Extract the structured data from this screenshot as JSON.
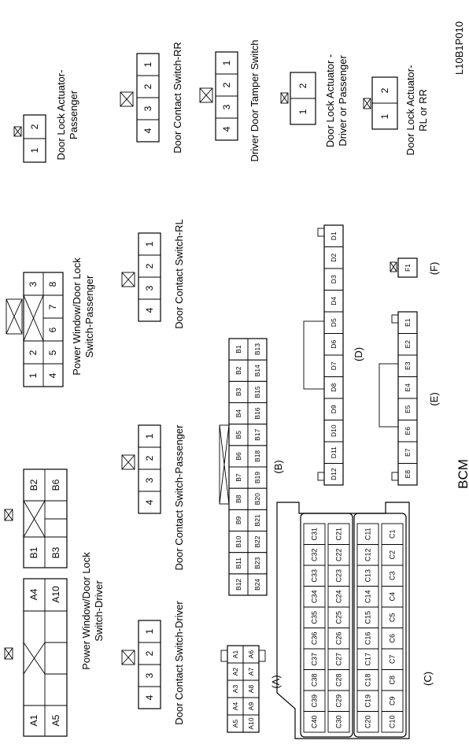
{
  "figure_id": "L10B1P010",
  "connectors": {
    "pw_driver": {
      "title_line1": "Power Window/Door Lock",
      "title_line2": "Switch-Driver",
      "block1_pins": {
        "A1": "A1",
        "A4": "A4",
        "A5": "A5",
        "A10": "A10"
      },
      "block2_pins": {
        "B1": "B1",
        "B2": "B2",
        "B3": "B3",
        "B6": "B6"
      }
    },
    "dcs_driver": {
      "title": "Door Contact Switch-Driver",
      "pins": [
        "4",
        "3",
        "2",
        "1"
      ]
    },
    "dcs_passenger": {
      "title": "Door Contact Switch-Passenger",
      "pins": [
        "4",
        "3",
        "2",
        "1"
      ]
    },
    "pw_passenger": {
      "title_line1": "Power Window/Door Lock",
      "title_line2": "Switch-Passenger",
      "pins_top": [
        "1",
        "2",
        "3"
      ],
      "pins_bottom": [
        "4",
        "5",
        "6",
        "7",
        "8"
      ]
    },
    "dcs_rl": {
      "title": "Door Contact Switch-RL",
      "pins": [
        "4",
        "3",
        "2",
        "1"
      ]
    },
    "dla_passenger": {
      "title_line1": "Door Lock Actuator-",
      "title_line2": "Passenger",
      "pins": [
        "1",
        "2"
      ]
    },
    "dcs_rr": {
      "title": "Door Contact Switch-RR",
      "pins": [
        "4",
        "3",
        "2",
        "1"
      ]
    },
    "tamper": {
      "title": "Driver Door Tamper Switch",
      "pins": [
        "4",
        "3",
        "2",
        "1"
      ]
    },
    "dla_driver": {
      "title_line1": "Door Lock Actuator -",
      "title_line2": "Driver or Passenger",
      "pins": [
        "1",
        "2"
      ]
    },
    "dla_rear": {
      "title_line1": "Door Lock Actuator-",
      "title_line2": "RL or RR",
      "pins": [
        "1",
        "2"
      ]
    }
  },
  "bcm": {
    "title": "BCM",
    "connector_labels": {
      "A": "(A)",
      "B": "(B)",
      "C": "(C)",
      "D": "(D)",
      "E": "(E)",
      "F": "(F)"
    },
    "A": {
      "row1": [
        "A5",
        "A4",
        "A3",
        "A2",
        "A1"
      ],
      "row2": [
        "A10",
        "A9",
        "A8",
        "A7",
        "A6"
      ]
    },
    "B": {
      "row1": [
        "B12",
        "B11",
        "B10",
        "B9",
        "B8",
        "B7",
        "B6",
        "B5",
        "B4",
        "B3",
        "B2",
        "B1"
      ],
      "row2": [
        "B24",
        "B23",
        "B22",
        "B21",
        "B20",
        "B19",
        "B18",
        "B17",
        "B16",
        "B15",
        "B14",
        "B13"
      ]
    },
    "C": {
      "rows": [
        [
          "C40",
          "C39",
          "C38",
          "C37",
          "C36",
          "C35",
          "C34",
          "C33",
          "C32",
          "C31"
        ],
        [
          "C30",
          "C29",
          "C28",
          "C27",
          "C26",
          "C25",
          "C24",
          "C23",
          "C22",
          "C21"
        ],
        [
          "C20",
          "C19",
          "C18",
          "C17",
          "C16",
          "C15",
          "C14",
          "C13",
          "C12",
          "C11"
        ],
        [
          "C10",
          "C9",
          "C8",
          "C7",
          "C6",
          "C5",
          "C4",
          "C3",
          "C2",
          "C1"
        ]
      ]
    },
    "D": {
      "pins": [
        "D12",
        "D11",
        "D10",
        "D9",
        "D8",
        "D7",
        "D6",
        "D5",
        "D4",
        "D3",
        "D2",
        "D1"
      ]
    },
    "E": {
      "pins": [
        "E8",
        "E7",
        "E6",
        "E5",
        "E4",
        "E3",
        "E2",
        "E1"
      ]
    },
    "F": {
      "pins": [
        "F1"
      ]
    }
  }
}
